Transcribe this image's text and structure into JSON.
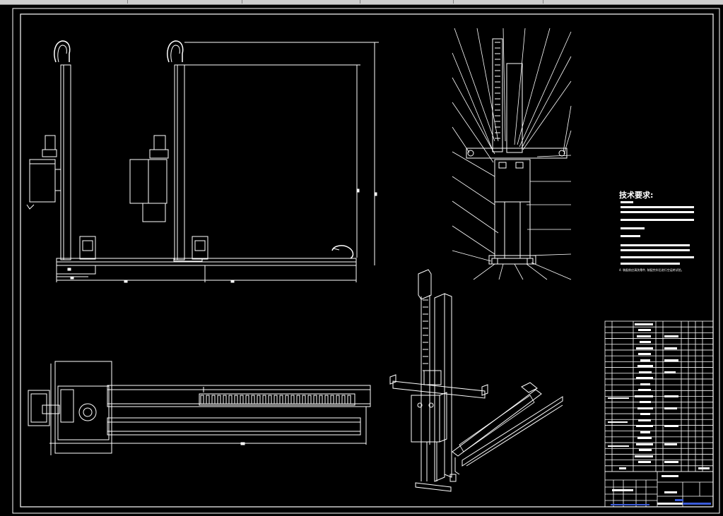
{
  "viewer": {
    "toolbar_segments": [
      "",
      "",
      "",
      "",
      ""
    ]
  },
  "drawing": {
    "tech_requirements_title": "技术要求:",
    "tech_requirements_note": "4. 装配前应清洗零件, 装配完毕后进行空运转试验。",
    "colors": {
      "background": "#000000",
      "lines": "#ffffff",
      "table_accent": "#3a5bd9"
    },
    "views": [
      "front-view-left",
      "front-view-right",
      "side-view",
      "top-view",
      "isometric-view"
    ],
    "parts_table_rows": 26
  }
}
